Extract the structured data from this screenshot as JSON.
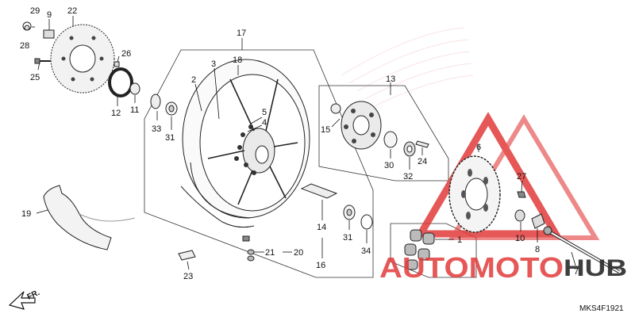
{
  "diagram": {
    "code": "MKS4F1921",
    "direction_label": "FR.",
    "callouts": [
      {
        "id": "c29",
        "text": "29"
      },
      {
        "id": "c9",
        "text": "9"
      },
      {
        "id": "c22",
        "text": "22"
      },
      {
        "id": "c28",
        "text": "28"
      },
      {
        "id": "c25",
        "text": "25"
      },
      {
        "id": "c26",
        "text": "26"
      },
      {
        "id": "c12",
        "text": "12"
      },
      {
        "id": "c11",
        "text": "11"
      },
      {
        "id": "c17",
        "text": "17"
      },
      {
        "id": "c3",
        "text": "3"
      },
      {
        "id": "c18",
        "text": "18"
      },
      {
        "id": "c2",
        "text": "2"
      },
      {
        "id": "c33",
        "text": "33"
      },
      {
        "id": "c31a",
        "text": "31"
      },
      {
        "id": "c5",
        "text": "5"
      },
      {
        "id": "c4",
        "text": "4"
      },
      {
        "id": "c13",
        "text": "13"
      },
      {
        "id": "c15",
        "text": "15"
      },
      {
        "id": "c30",
        "text": "30"
      },
      {
        "id": "c32",
        "text": "32"
      },
      {
        "id": "c24",
        "text": "24"
      },
      {
        "id": "c6",
        "text": "6"
      },
      {
        "id": "c27",
        "text": "27"
      },
      {
        "id": "c10",
        "text": "10"
      },
      {
        "id": "c8",
        "text": "8"
      },
      {
        "id": "c7",
        "text": "7"
      },
      {
        "id": "c1",
        "text": "1"
      },
      {
        "id": "c14",
        "text": "14"
      },
      {
        "id": "c31b",
        "text": "31"
      },
      {
        "id": "c34",
        "text": "34"
      },
      {
        "id": "c16",
        "text": "16"
      },
      {
        "id": "c21",
        "text": "21"
      },
      {
        "id": "c20",
        "text": "20"
      },
      {
        "id": "c23",
        "text": "23"
      },
      {
        "id": "c19",
        "text": "19"
      }
    ]
  },
  "watermark": {
    "text_red": "AUTOMOTO",
    "text_dark": "HUB",
    "color_red": "#e23a3a",
    "color_dark": "#2a2a2a"
  }
}
